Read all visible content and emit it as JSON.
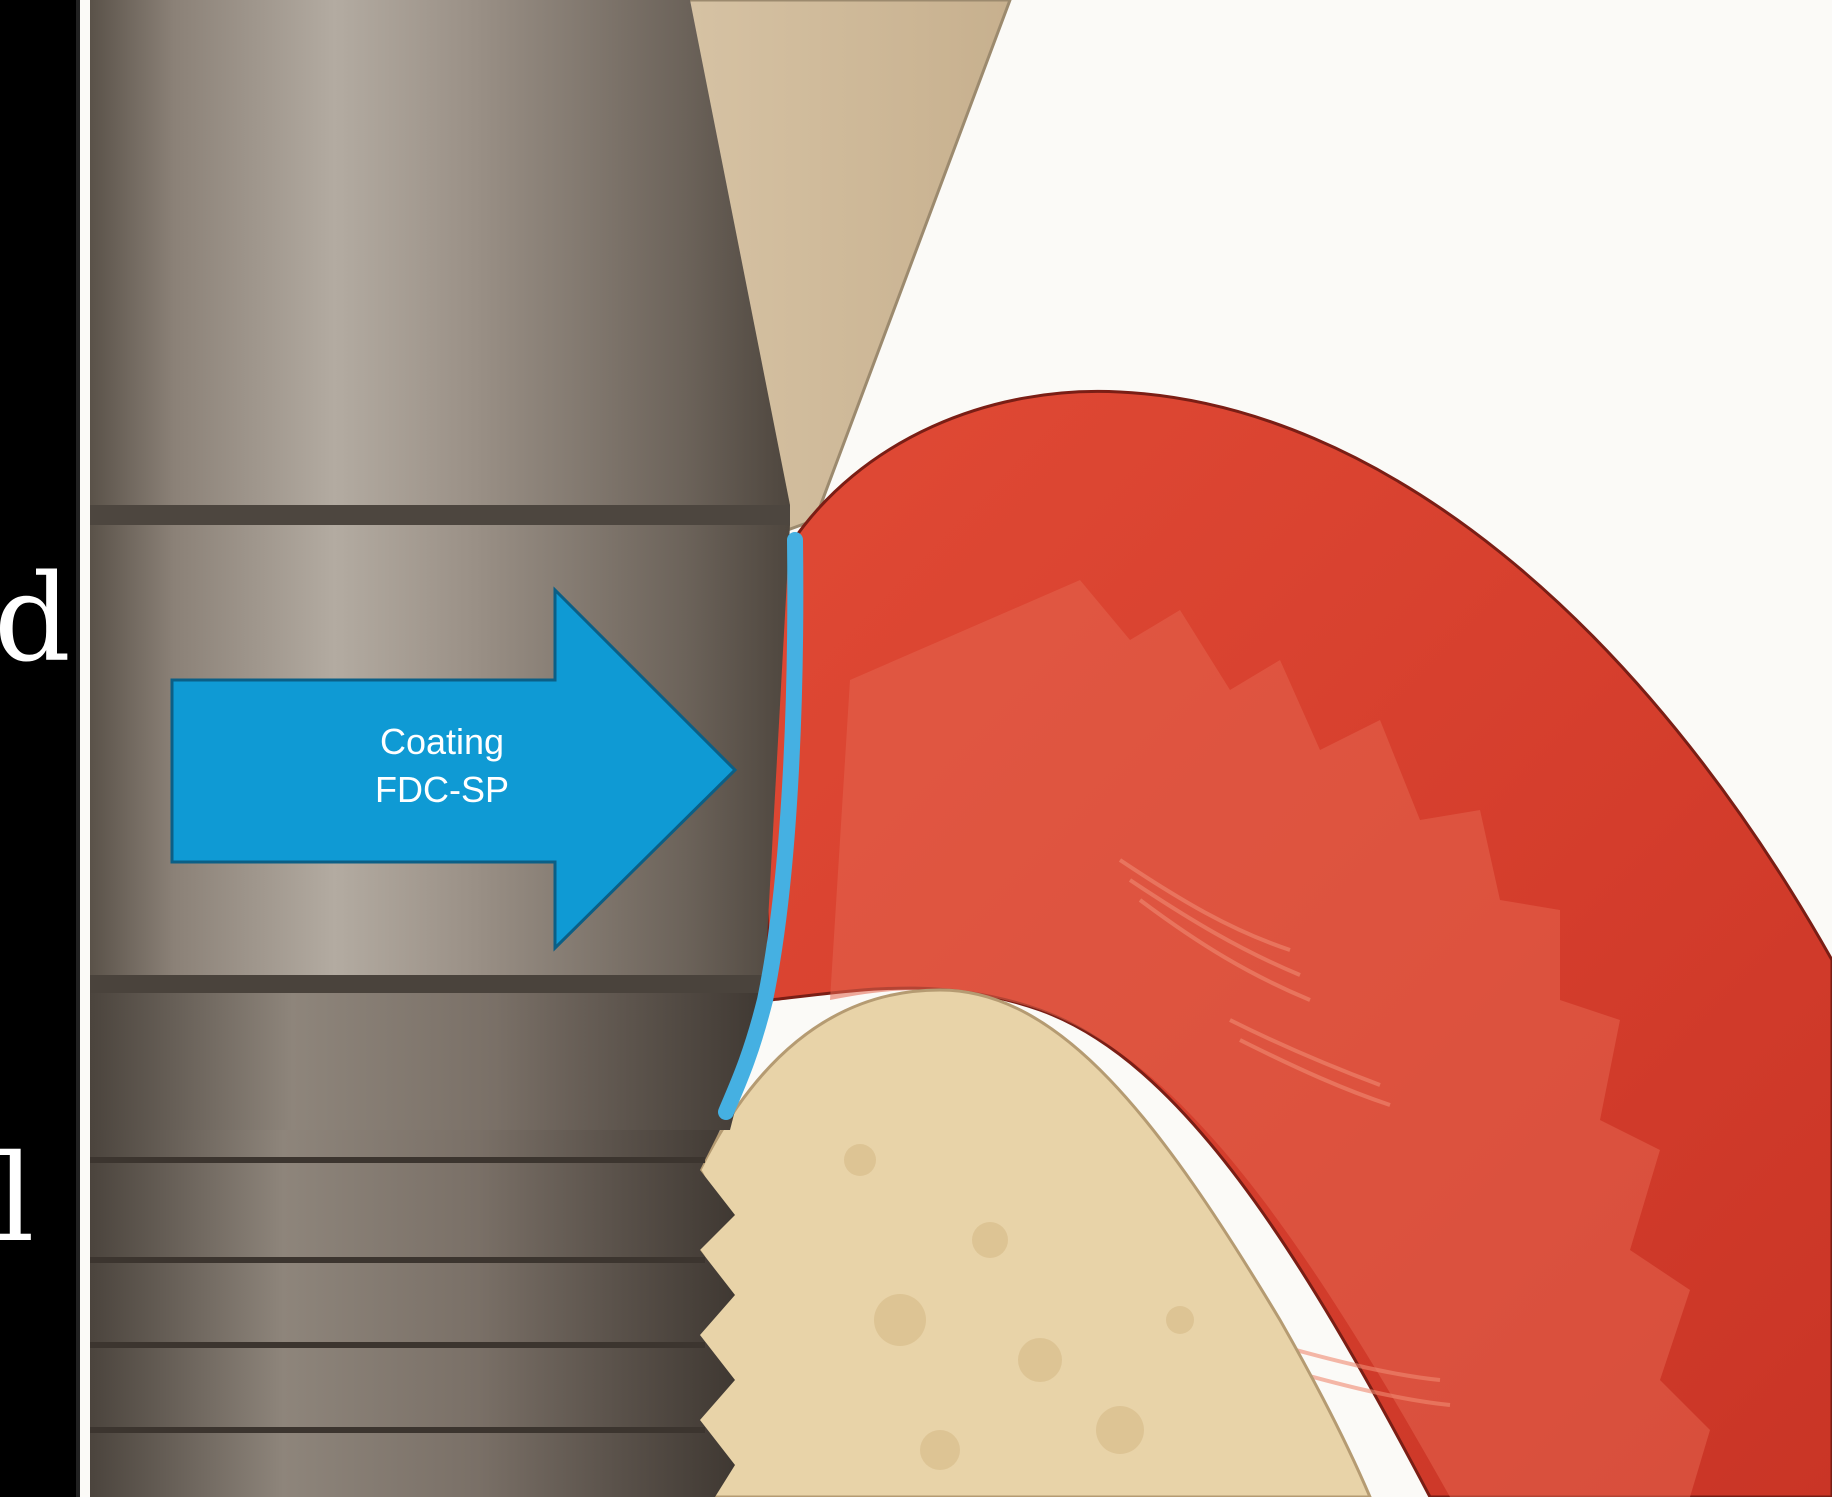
{
  "slide": {
    "side_text": [
      "d",
      "l"
    ],
    "arrow": {
      "label_line1": "Coating",
      "label_line2": "FDC-SP"
    }
  },
  "colors": {
    "background": "#000000",
    "arrow_fill": "#0f9ad4",
    "coating_line": "#45b0e2",
    "gum": "#d7412f",
    "bone": "#e8d3a8",
    "implant_metal": "#8f8479"
  },
  "icons": [
    "right-arrow-icon"
  ]
}
